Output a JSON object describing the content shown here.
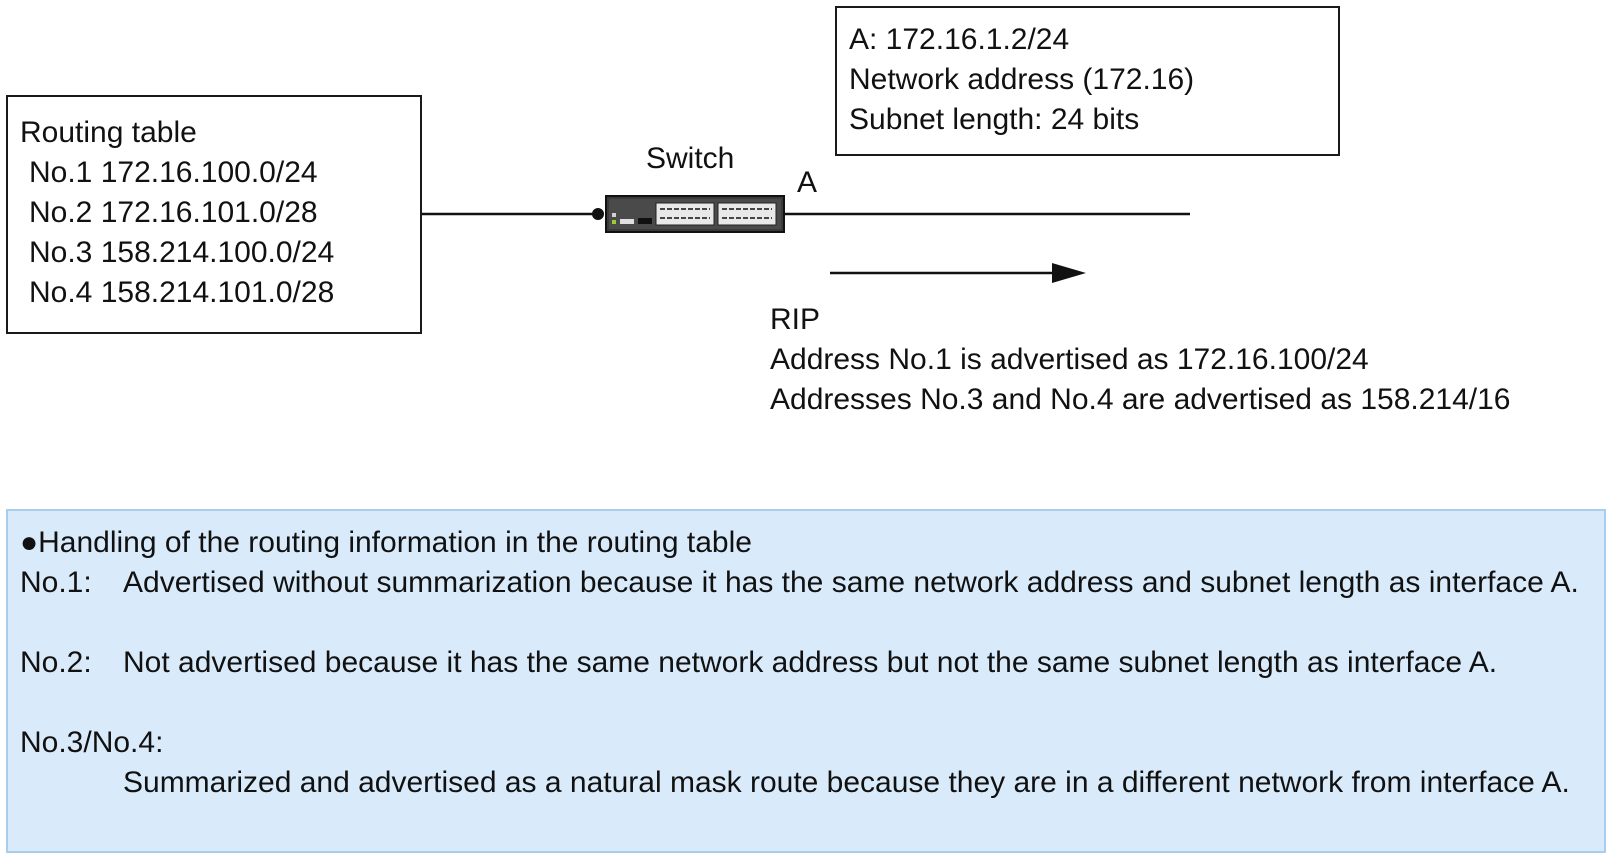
{
  "routing_table": {
    "title": "Routing table",
    "entries": [
      "No.1 172.16.100.0/24",
      "No.2 172.16.101.0/28",
      "No.3 158.214.100.0/24",
      "No.4 158.214.101.0/28"
    ]
  },
  "interface_info": {
    "lines": [
      "A: 172.16.1.2/24",
      "Network address (172.16)",
      "Subnet length: 24 bits"
    ]
  },
  "switch_label": "Switch",
  "interface_label": "A",
  "rip": {
    "title": "RIP",
    "lines": [
      "Address No.1 is advertised as 172.16.100/24",
      "Addresses No.3 and No.4 are advertised as 158.214/16"
    ]
  },
  "notes": {
    "heading": "Handling of the routing information in the routing table",
    "items": [
      {
        "label": "No.1:",
        "text": "Advertised without summarization because it has the same network address and subnet length as interface A."
      },
      {
        "label": "No.2:",
        "text": "Not advertised because it has the same network address but not the same subnet length as interface A."
      },
      {
        "label": "No.3/No.4:",
        "text": "Summarized and advertised as a natural mask route because they are in a different network from interface A."
      }
    ]
  },
  "colors": {
    "note_background": "#d9ebfb",
    "note_border": "#a9cdee",
    "line": "#111111",
    "switch_body": "#3a3a3a"
  }
}
